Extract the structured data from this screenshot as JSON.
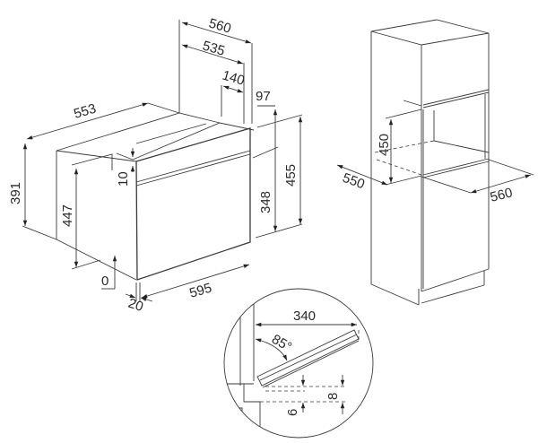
{
  "oven": {
    "width_top_total": "560",
    "width_top_inner": "535",
    "rear_recess": "140",
    "top_offset": "97",
    "depth": "553",
    "side_height": "391",
    "front_height_inner": "447",
    "panel_gap": "10",
    "body_height": "348",
    "front_height": "455",
    "bottom_offset": "0",
    "front_width": "595",
    "front_thickness": "20"
  },
  "cabinet": {
    "niche_height": "450",
    "niche_depth": "550",
    "niche_width": "560"
  },
  "detail": {
    "door_length": "340",
    "door_angle": "85°",
    "offset_a": "8",
    "offset_b": "6"
  }
}
